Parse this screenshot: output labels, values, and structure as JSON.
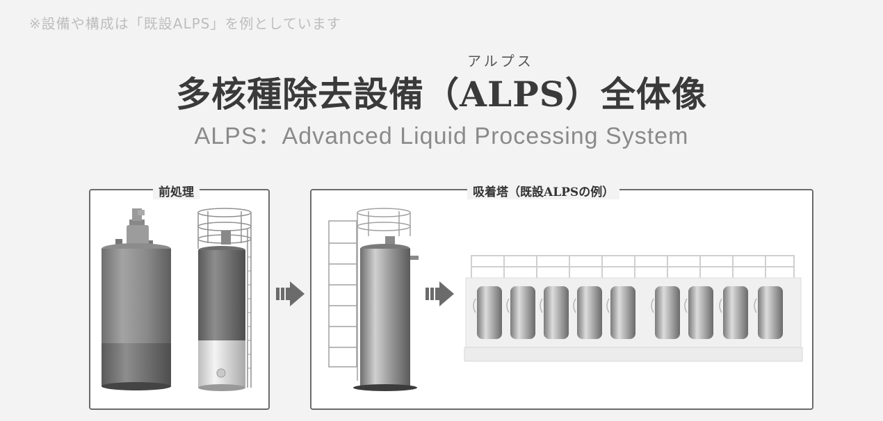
{
  "note": "※設備や構成は「既設ALPS」を例としています",
  "title": {
    "ruby": "アルプス",
    "main": "多核種除去設備（ALPS）全体像",
    "subtitle": "ALPS：Advanced Liquid Processing System"
  },
  "sections": {
    "pretreatment": {
      "label": "前処理"
    },
    "adsorption": {
      "label": "吸着塔（既設ALPSの例）"
    }
  },
  "colors": {
    "frame": "#6a6a6a",
    "arrow": "#6b6b6b",
    "vessel": "#8e8e8e"
  }
}
